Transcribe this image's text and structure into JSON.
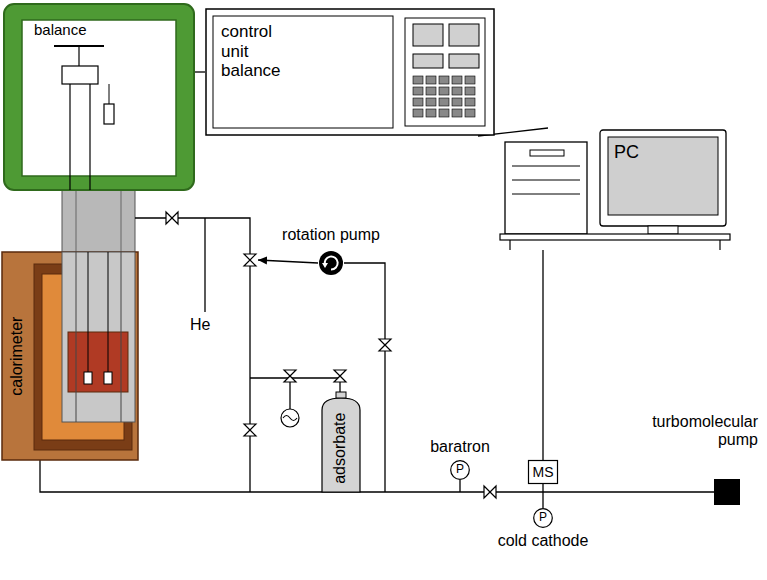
{
  "diagram": {
    "nodes": [
      {
        "text": [
          "balance"
        ]
      },
      {
        "text": [
          "control unit balance"
        ]
      },
      {
        "text": [
          "PC"
        ]
      },
      {
        "text": [
          "calorimeter"
        ]
      },
      {
        "text": [
          "rotation pump"
        ]
      },
      {
        "text": [
          "adsorbate"
        ]
      },
      {
        "text": [
          "MS"
        ]
      },
      {
        "text": [
          "turbomolecular pump"
        ]
      },
      {
        "text": [
          "baratron",
          "P"
        ]
      },
      {
        "text": [
          "P",
          "cold cathode"
        ]
      }
    ],
    "edges": [
      {
        "from": 0,
        "to": 1,
        "arrow": "none"
      },
      {
        "from": 1,
        "to": 2,
        "arrow": "none"
      },
      {
        "from": 2,
        "to": 6,
        "arrow": "none"
      },
      {
        "from": 6,
        "to": 9,
        "arrow": "none"
      }
    ],
    "labels": [
      "He"
    ]
  }
}
